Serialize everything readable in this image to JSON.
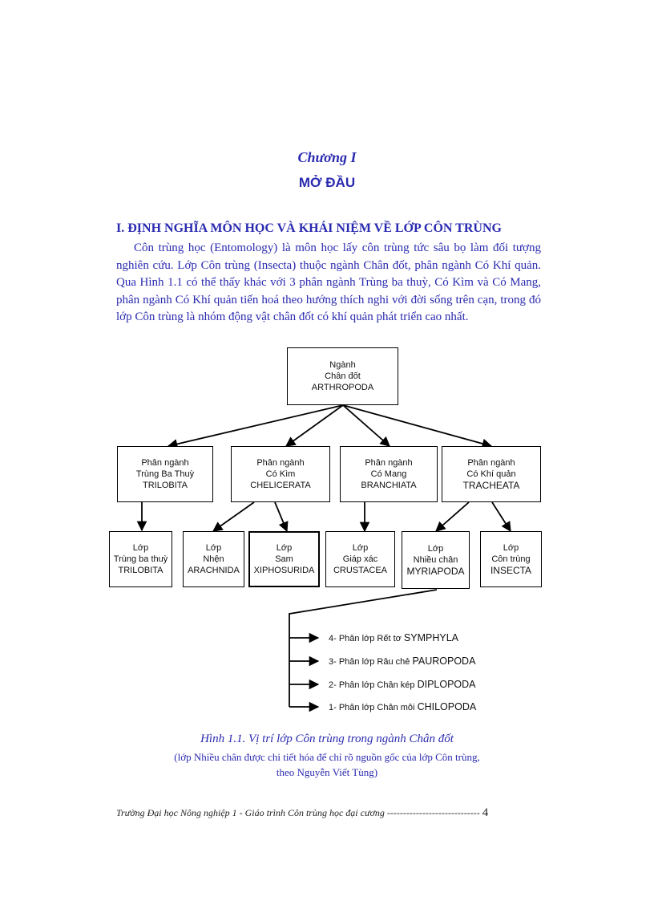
{
  "chapter": "Chương I",
  "title": "MỞ ĐẦU",
  "section": "I. ĐỊNH NGHĨA MÔN HỌC VÀ KHÁI NIỆM VỀ LỚP CÔN TRÙNG",
  "paragraph": "Côn trùng học (Entomology) là môn học lấy côn trùng tức sâu bọ làm đối tượng nghiên cứu. Lớp Côn trùng (Insecta) thuộc ngành Chân đốt, phân ngành Có Khí quản. Qua Hình 1.1 có thể thấy khác với 3 phân ngành Trùng ba thuỳ, Có Kìm và Có Mang, phân ngành Có Khí quản tiến hoá theo hướng thích nghi với đời sống trên cạn, trong đó lớp Côn trùng là nhóm động vật chân đốt có khí quản phát triển cao nhất.",
  "diagram": {
    "root": [
      "Ngành",
      "Chân đốt",
      "ARTHROPODA"
    ],
    "subphyla": [
      [
        "Phân ngành",
        "Trùng Ba Thuỳ",
        "TRILOBITA"
      ],
      [
        "Phân ngành",
        "Có Kìm",
        "CHELICERATA"
      ],
      [
        "Phân ngành",
        "Có Mang",
        "BRANCHIATA"
      ],
      [
        "Phân ngành",
        "Có Khí quản",
        "TRACHEATA"
      ]
    ],
    "classes": [
      [
        "Lớp",
        "Trùng ba thuỳ",
        "TRILOBITA"
      ],
      [
        "Lớp",
        "Nhện",
        "ARACHNIDA"
      ],
      [
        "Lớp",
        "Sam",
        "XIPHOSURIDA"
      ],
      [
        "Lớp",
        "Giáp xác",
        "CRUSTACEA"
      ],
      [
        "Lớp",
        "Nhiều chân",
        "MYRIAPODA"
      ],
      [
        "Lớp",
        "Côn trùng",
        "INSECTA"
      ]
    ],
    "subclasses": [
      {
        "prefix": "4- Phân lớp Rết tơ",
        "name": "SYMPHYLA"
      },
      {
        "prefix": "3- Phân lớp Râu chẻ",
        "name": "PAUROPODA"
      },
      {
        "prefix": "2- Phân lớp Chân kép",
        "name": "DIPLOPODA"
      },
      {
        "prefix": "1- Phân lớp Chân môi",
        "name": "CHILOPODA"
      }
    ]
  },
  "caption": "Hình 1.1. Vị trí lớp Côn trùng trong ngành Chân đốt",
  "note_line1": "(lớp Nhiều chân được chi tiết hóa để chỉ rõ nguồn gốc của lớp Côn trùng,",
  "note_line2": "theo Nguyễn Viết Tùng)",
  "footer": {
    "text": "Trường Đại học Nông nghiệp 1 - Giáo trình Côn trùng học đại cương -----------------------------",
    "page": "4"
  }
}
